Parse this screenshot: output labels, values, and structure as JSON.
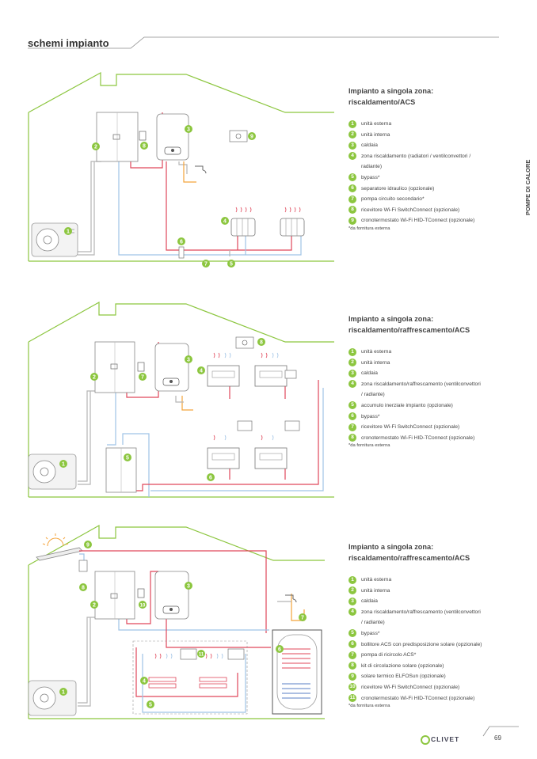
{
  "page": {
    "title": "schemi impianto",
    "side_label": "POMPE DI CALORE",
    "page_number": "69",
    "brand": "CLIVET"
  },
  "colors": {
    "accent": "#8cc63f",
    "hot": "#e0475a",
    "cold": "#9fc3e6",
    "return": "#b5b5b5",
    "dhw": "#f4a33a"
  },
  "sections": [
    {
      "title_line1": "Impianto a singola zona:",
      "title_line2": "riscaldamento/ACS",
      "items": [
        {
          "n": "1",
          "text": "unità esterna"
        },
        {
          "n": "2",
          "text": "unità interna"
        },
        {
          "n": "3",
          "text": "caldaia"
        },
        {
          "n": "4",
          "text": "zona riscaldamento (radiatori / ventilconvettori /"
        },
        {
          "n": "",
          "text": "radiante)"
        },
        {
          "n": "5",
          "text": "bypass*"
        },
        {
          "n": "6",
          "text": "separatore idraulico (opzionale)"
        },
        {
          "n": "7",
          "text": "pompa circuito secondario*"
        },
        {
          "n": "8",
          "text": "ricevitore Wi-Fi SwitchConnect (opzionale)"
        },
        {
          "n": "9",
          "text": "cronotermostato Wi-Fi HID-TConnect (opzionale)"
        }
      ],
      "note": "*da fornitura esterna"
    },
    {
      "title_line1": "Impianto a singola zona:",
      "title_line2": "riscaldamento/raffrescamento/ACS",
      "items": [
        {
          "n": "1",
          "text": "unità esterna"
        },
        {
          "n": "2",
          "text": "unità interna"
        },
        {
          "n": "3",
          "text": "caldaia"
        },
        {
          "n": "4",
          "text": "zona riscaldamento/raffrescamento (ventilconvettori"
        },
        {
          "n": "",
          "text": "/ radiante)"
        },
        {
          "n": "5",
          "text": "accumulo inerziale impianto (opzionale)"
        },
        {
          "n": "6",
          "text": "bypass*"
        },
        {
          "n": "7",
          "text": "ricevitore Wi-Fi SwitchConnect (opzionale)"
        },
        {
          "n": "8",
          "text": "cronotermostato Wi-Fi HID-TConnect (opzionale)"
        }
      ],
      "note": "*da fornitura esterna"
    },
    {
      "title_line1": "Impianto a singola zona:",
      "title_line2": "riscaldamento/raffrescamento/ACS",
      "items": [
        {
          "n": "1",
          "text": "unità esterna"
        },
        {
          "n": "2",
          "text": "unità interna"
        },
        {
          "n": "3",
          "text": "caldaia"
        },
        {
          "n": "4",
          "text": "zona riscaldamento/raffrescamento (ventilconvettori"
        },
        {
          "n": "",
          "text": "/ radiante)"
        },
        {
          "n": "5",
          "text": "bypass*"
        },
        {
          "n": "6",
          "text": "bollitore ACS con predisposizione solare (opzionale)"
        },
        {
          "n": "7",
          "text": "pompa di ricircolo ACS*"
        },
        {
          "n": "8",
          "text": "kit di circolazione solare (opzionale)"
        },
        {
          "n": "9",
          "text": "solare termico ELFOSun (opzionale)"
        },
        {
          "n": "10",
          "text": "ricevitore Wi-Fi SwitchConnect (opzionale)"
        },
        {
          "n": "11",
          "text": "cronotermostato Wi-Fi HID-TConnect (opzionale)"
        }
      ],
      "note": "*da fornitura esterna"
    }
  ],
  "diagrams": [
    {
      "markers": [
        "1",
        "2",
        "3",
        "4",
        "5",
        "6",
        "7",
        "8",
        "9"
      ]
    },
    {
      "markers": [
        "1",
        "2",
        "3",
        "4",
        "5",
        "6",
        "7",
        "8"
      ]
    },
    {
      "markers": [
        "1",
        "2",
        "3",
        "4",
        "5",
        "6",
        "7",
        "8",
        "9",
        "10",
        "11"
      ]
    }
  ]
}
